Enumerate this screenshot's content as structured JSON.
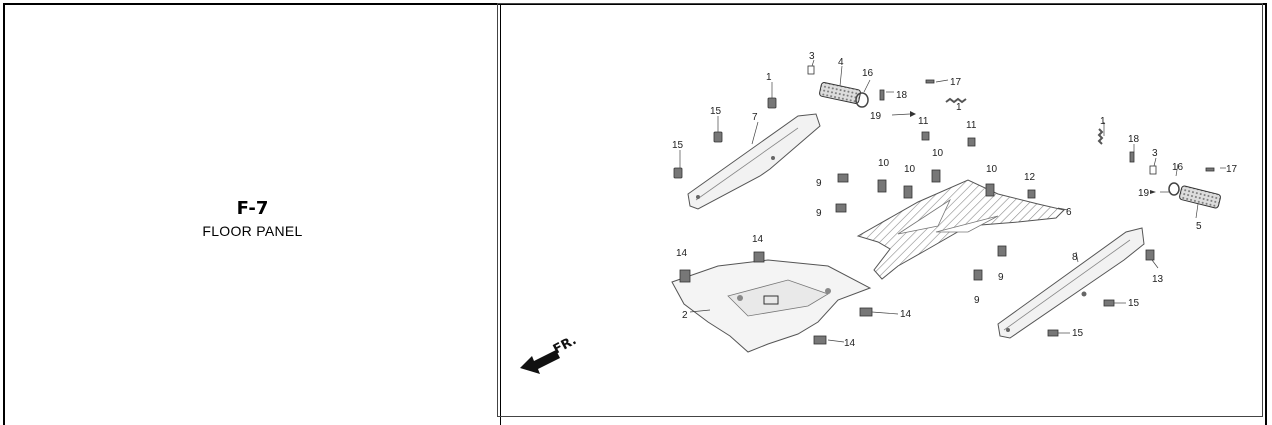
{
  "section": {
    "code": "F-7",
    "title": "FLOOR PANEL"
  },
  "diagram": {
    "direction_label": "FR.",
    "callouts": [
      "1",
      "2",
      "3",
      "4",
      "5",
      "6",
      "7",
      "8",
      "9",
      "10",
      "11",
      "12",
      "13",
      "14",
      "15",
      "16",
      "17",
      "18",
      "19"
    ]
  }
}
